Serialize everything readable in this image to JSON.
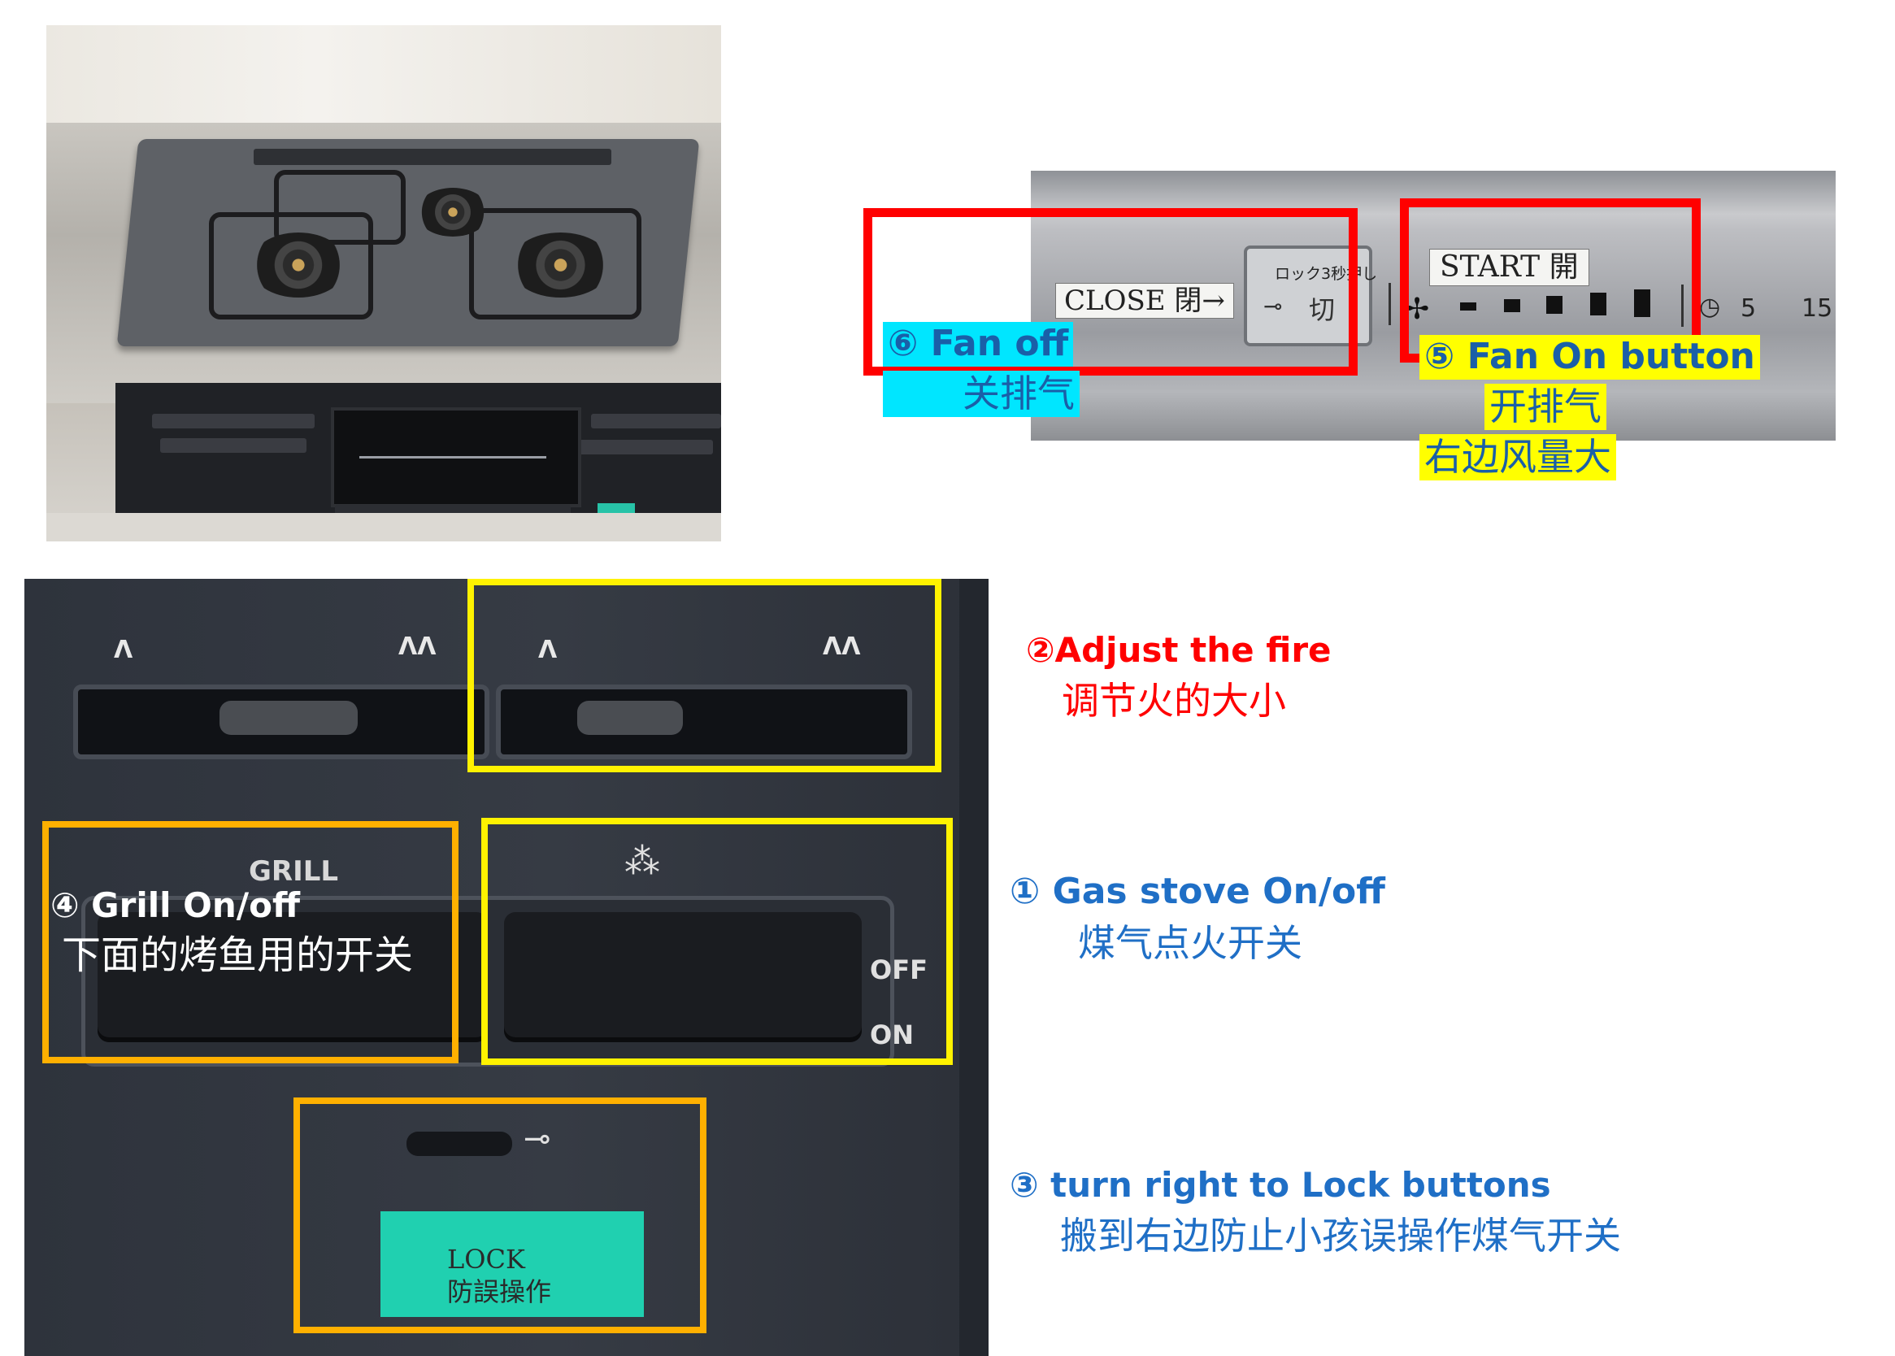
{
  "colors": {
    "red_box": "#ff0000",
    "yellow_box": "#fff200",
    "orange_box": "#ffb000",
    "highlight_cyan": "#00e6ff",
    "highlight_yellow": "#ffff00",
    "lock_sticker": "#20d0b0",
    "annotation_blue": "#1f6fc6",
    "annotation_red": "#ff0000"
  },
  "hood_panel": {
    "close_label": "CLOSE 閉→",
    "lock_hint": "ロック3秒押し",
    "off_button": "切",
    "start_label": "START 開",
    "timer_5": "5",
    "timer_15": "15"
  },
  "stove_panel": {
    "grill_label": "GRILL",
    "off_label": "OFF",
    "on_label": "ON",
    "lock_sticker_en": "LOCK",
    "lock_sticker_jp": "防誤操作"
  },
  "annotations": {
    "fan_off": {
      "line1": "⑥ Fan off",
      "line2": "关排气"
    },
    "fan_on": {
      "line1": "⑤  Fan On button",
      "line2": "开排气",
      "line3": "右边风量大"
    },
    "adjust_fire": {
      "line1": "②Adjust the fire",
      "line2": "调节火的大小"
    },
    "gas_onoff": {
      "line1": "①  Gas stove On/off",
      "line2": "煤气点火开关"
    },
    "grill_onoff": {
      "line1": "④ Grill  On/off",
      "line2": "下面的烤鱼用的开关"
    },
    "lock": {
      "line1": "③ turn right to Lock buttons",
      "line2": "搬到右边防止小孩误操作煤气开关"
    }
  }
}
